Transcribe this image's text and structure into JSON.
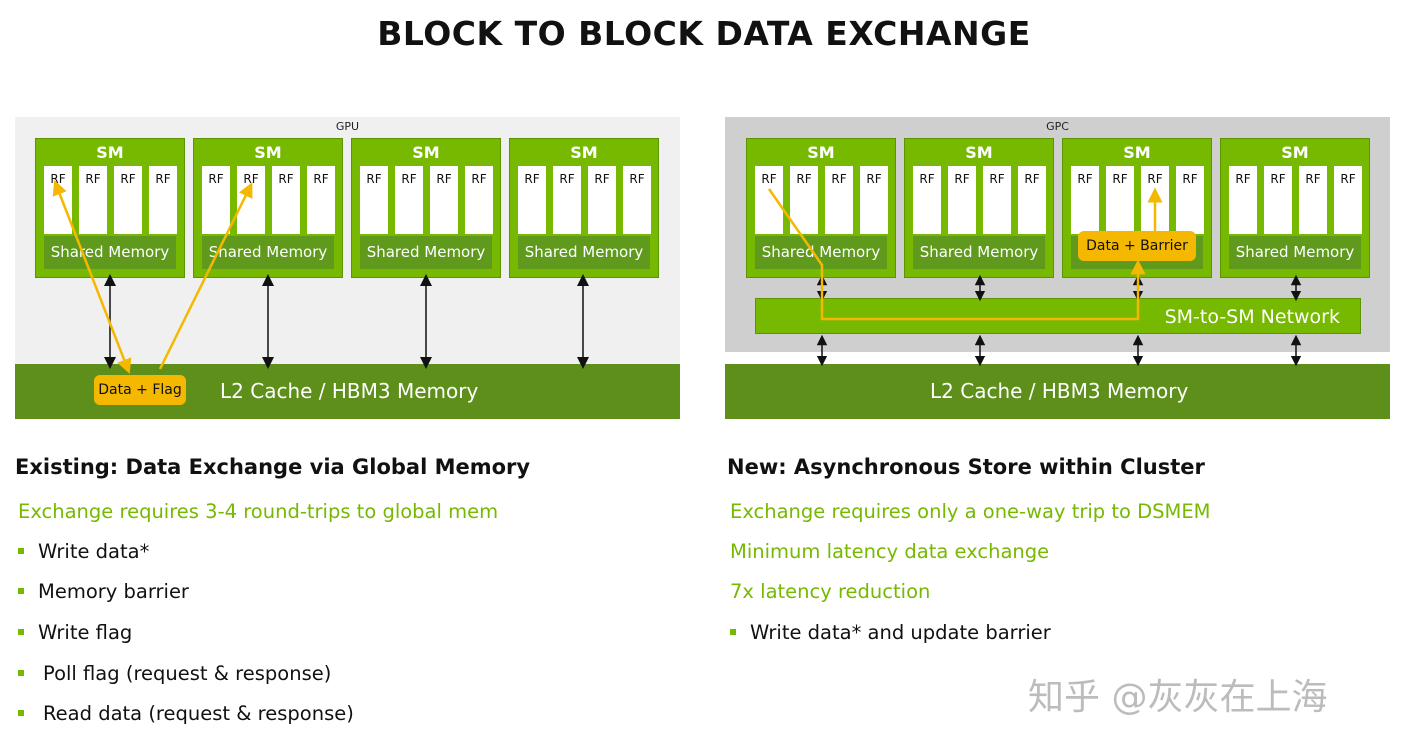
{
  "title": "BLOCK TO BLOCK DATA EXCHANGE",
  "left": {
    "container_label": "GPU",
    "sm_label": "SM",
    "rf_label": "RF",
    "shared_memory_label": "Shared Memory",
    "l2_label": "L2 Cache / HBM3 Memory",
    "badge": "Data + Flag",
    "heading": "Existing: Data Exchange via Global Memory",
    "green_lines": [
      "Exchange requires 3-4 round-trips to global mem"
    ],
    "bullets": [
      "Write data*",
      "Memory barrier",
      "Write flag",
      "Poll flag (request & response)",
      "Read data (request & response)"
    ]
  },
  "right": {
    "container_label": "GPC",
    "sm_label": "SM",
    "rf_label": "RF",
    "shared_memory_label": "Shared Memory",
    "network_label": "SM-to-SM Network",
    "l2_label": "L2 Cache / HBM3 Memory",
    "badge": "Data + Barrier",
    "heading": "New: Asynchronous Store within Cluster",
    "green_lines": [
      "Exchange requires only a one-way trip to DSMEM",
      "Minimum latency data exchange",
      "7x latency reduction"
    ],
    "bullets": [
      "Write data* and update barrier"
    ]
  },
  "watermark": "知乎 @灰灰在上海",
  "colors": {
    "nvidia_green": "#76b900",
    "dark_green": "#5d8f1a",
    "badge_yellow": "#f5b800",
    "arrow_yellow": "#f5b800"
  }
}
